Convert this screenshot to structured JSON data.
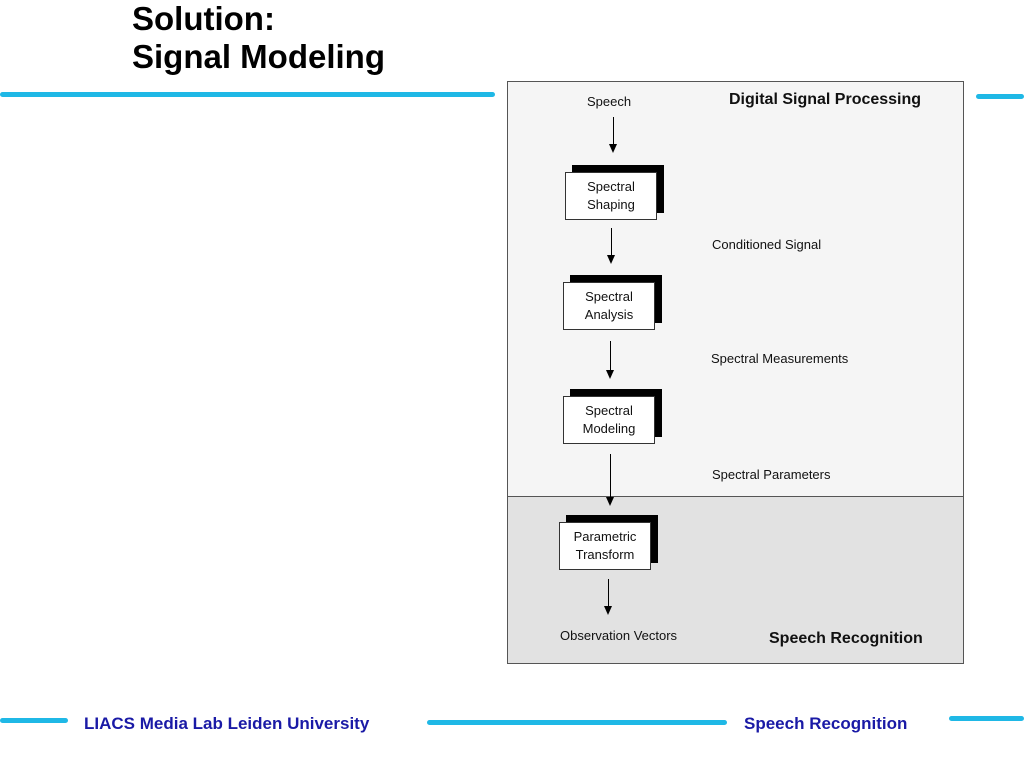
{
  "slide": {
    "title_line1": "Solution:",
    "title_line2": "Signal Modeling"
  },
  "diagram": {
    "input_label": "Speech",
    "top_region_label": "Digital Signal Processing",
    "bottom_region_label": "Speech Recognition",
    "blocks": [
      {
        "line1": "Spectral",
        "line2": "Shaping"
      },
      {
        "line1": "Spectral",
        "line2": "Analysis"
      },
      {
        "line1": "Spectral",
        "line2": "Modeling"
      },
      {
        "line1": "Parametric",
        "line2": "Transform"
      }
    ],
    "signals": [
      "Conditioned Signal",
      "Spectral Measurements",
      "Spectral Parameters"
    ],
    "output_label": "Observation Vectors"
  },
  "footer": {
    "left": "LIACS Media Lab Leiden University",
    "right": "Speech Recognition"
  },
  "colors": {
    "accent_bar": "#1fb8e6",
    "footer_text": "#1a1aa6"
  }
}
